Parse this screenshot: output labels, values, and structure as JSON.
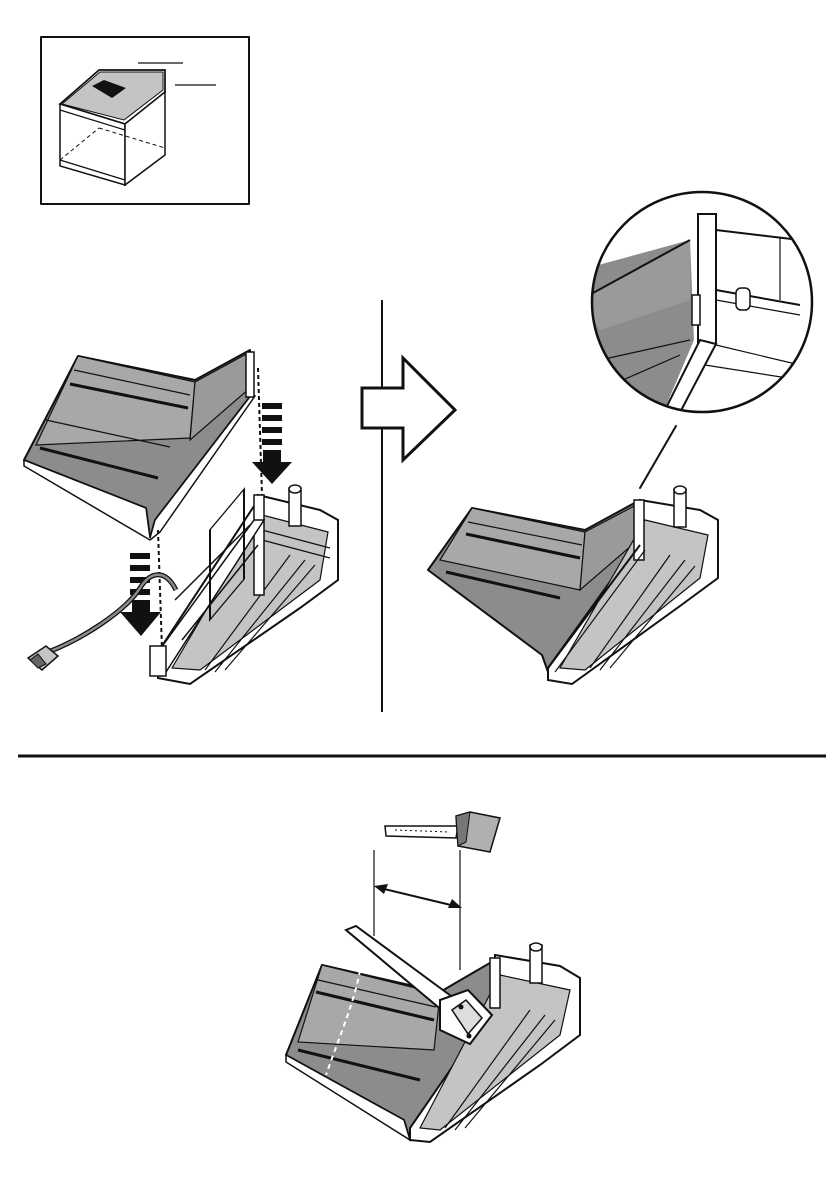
{
  "figure": {
    "panels": [
      {
        "id": "overview",
        "description_name": "cabinet-location-inset"
      },
      {
        "id": "step-insert",
        "description_name": "corner-tray-insert-step"
      },
      {
        "id": "step-result",
        "description_name": "assembled-corner-tray"
      },
      {
        "id": "step-cut",
        "description_name": "measure-and-cut-step"
      }
    ],
    "icons": [
      "tape-measure-icon",
      "saw-icon",
      "arrow-right-icon",
      "arrow-down-icon",
      "cable-plug-icon",
      "magnifier-circle"
    ],
    "colors": {
      "line": "#111111",
      "tray_fill": "#8c8c8c",
      "light_fill": "#c4c4c4",
      "background": "#ffffff"
    }
  }
}
